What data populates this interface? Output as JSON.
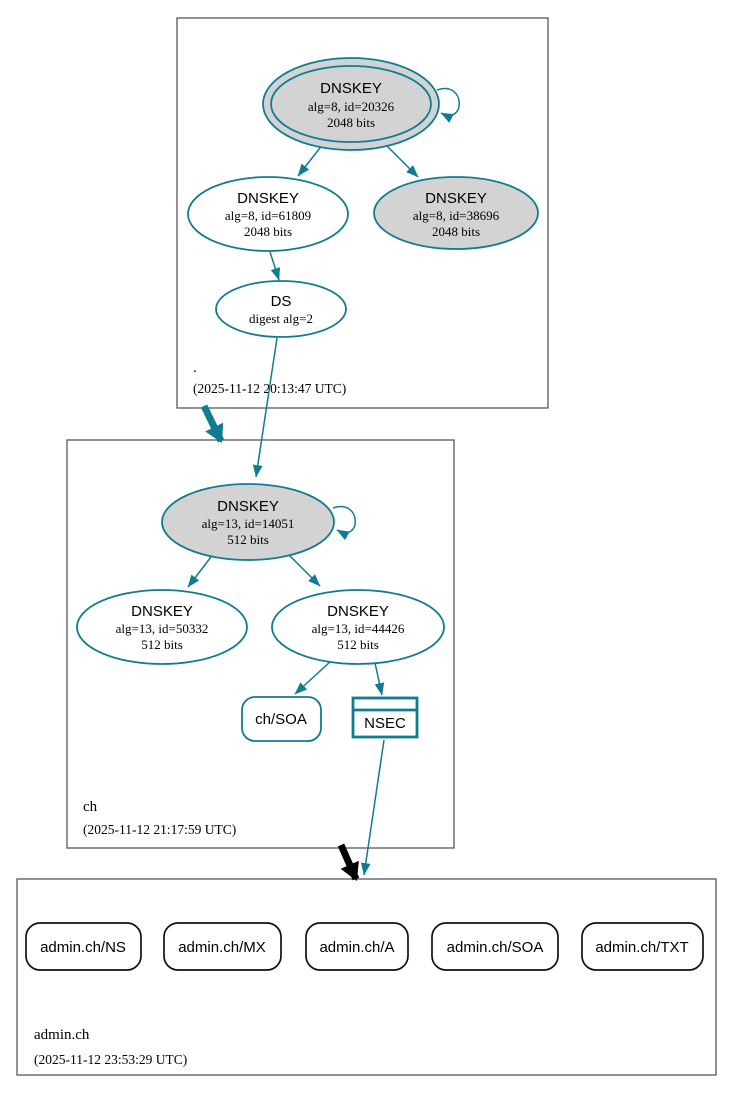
{
  "colors": {
    "secure_teal": "#107c91",
    "key_fill_gray": "#d3d3d3",
    "node_fill_white": "#ffffff",
    "zone_border_gray": "#4b4b4b",
    "delegation_black": "#000000",
    "text_black": "#000000"
  },
  "zones": {
    "root": {
      "label": ".",
      "timestamp": "(2025-11-12 20:13:47 UTC)",
      "ksk": {
        "title": "DNSKEY",
        "detail": "alg=8, id=20326",
        "size": "2048 bits"
      },
      "zsk": {
        "title": "DNSKEY",
        "detail": "alg=8, id=61809",
        "size": "2048 bits"
      },
      "key_other": {
        "title": "DNSKEY",
        "detail": "alg=8, id=38696",
        "size": "2048 bits"
      },
      "ds": {
        "title": "DS",
        "detail": "digest alg=2"
      }
    },
    "ch": {
      "label": "ch",
      "timestamp": "(2025-11-12 21:17:59 UTC)",
      "ksk": {
        "title": "DNSKEY",
        "detail": "alg=13, id=14051",
        "size": "512 bits"
      },
      "zsk1": {
        "title": "DNSKEY",
        "detail": "alg=13, id=50332",
        "size": "512 bits"
      },
      "zsk2": {
        "title": "DNSKEY",
        "detail": "alg=13, id=44426",
        "size": "512 bits"
      },
      "soa": {
        "label": "ch/SOA"
      },
      "nsec": {
        "label": "NSEC"
      }
    },
    "admin_ch": {
      "label": "admin.ch",
      "timestamp": "(2025-11-12 23:53:29 UTC)",
      "rrsets": [
        {
          "label": "admin.ch/NS"
        },
        {
          "label": "admin.ch/MX"
        },
        {
          "label": "admin.ch/A"
        },
        {
          "label": "admin.ch/SOA"
        },
        {
          "label": "admin.ch/TXT"
        }
      ]
    }
  }
}
